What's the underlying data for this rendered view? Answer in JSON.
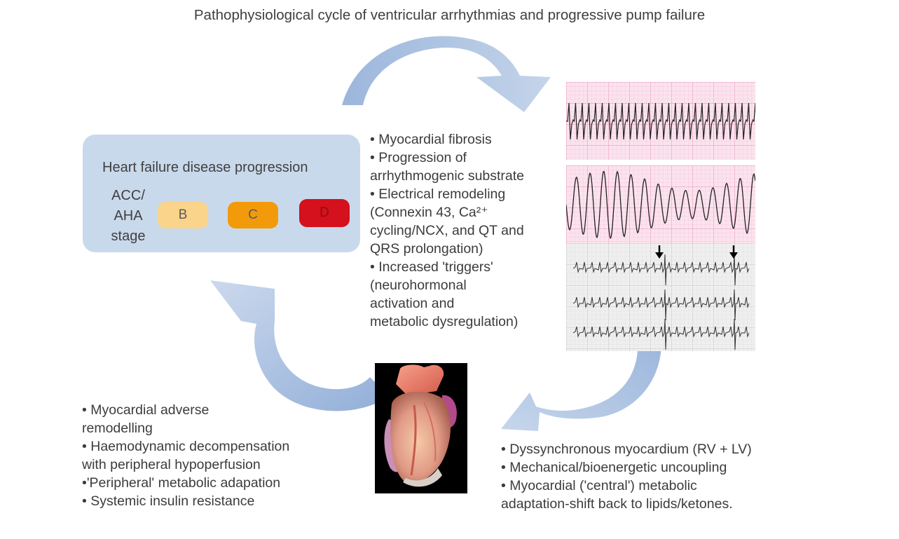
{
  "title": "Pathophysiological cycle of ventricular arrhythmias and progressive pump failure",
  "colors": {
    "arrow": "#a5bddf",
    "box": "#c9d9ec",
    "stage_b": "#fad48a",
    "stage_c": "#f39a0a",
    "stage_d": "#d4111c",
    "ecg_pink": "#fbe3ee",
    "ecg_gray": "#eeeeee"
  },
  "hf_box": {
    "title": "Heart failure disease progression",
    "stage_label_lines": [
      "ACC/",
      "AHA",
      "stage"
    ],
    "stages": [
      "B",
      "C",
      "D"
    ]
  },
  "top_bullets": [
    "• Myocardial fibrosis",
    "• Progression of",
    "arrhythmogenic substrate",
    "• Electrical remodeling",
    "(Connexin 43, Ca²⁺",
    "cycling/NCX, and QT and",
    "QRS prolongation)",
    "• Increased 'triggers'",
    "(neurohormonal",
    "activation and",
    "metabolic dysregulation)"
  ],
  "left_bullets": [
    "• Myocardial adverse",
    "remodelling",
    "• Haemodynamic decompensation",
    "with peripheral hypoperfusion",
    "•'Peripheral' metabolic adapation",
    "• Systemic insulin resistance"
  ],
  "right_bullets": [
    "• Dyssynchronous myocardium (RV + LV)",
    "• Mechanical/bioenergetic uncoupling",
    "• Myocardial ('central') metabolic",
    "adaptation-shift back to lipids/ketones."
  ],
  "ecg_images": [
    "ventricular-tachycardia-strip",
    "ventricular-fibrillation-strip",
    "12-lead-ecg-with-ectopy"
  ],
  "heart_image": "heart-illustration"
}
